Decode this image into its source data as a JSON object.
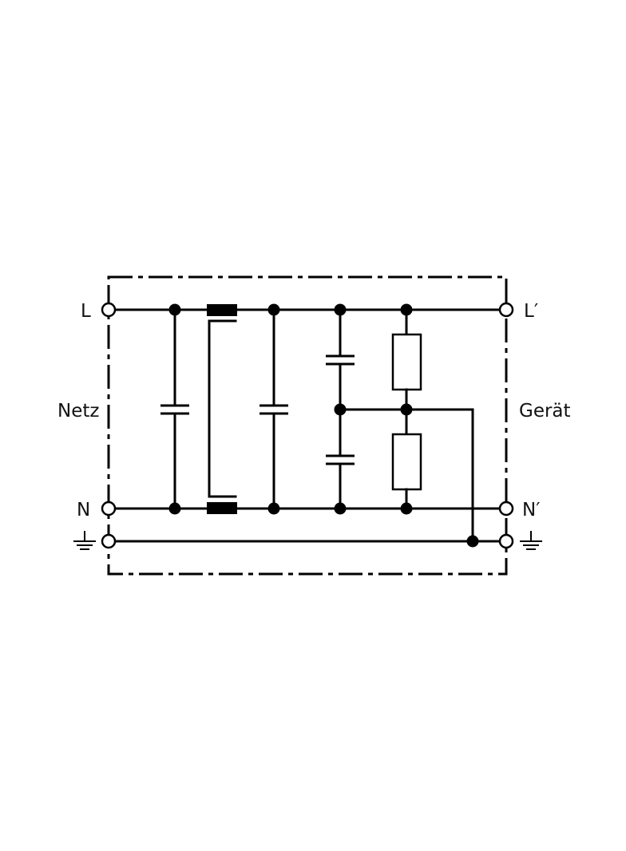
{
  "labels": {
    "line_in": "L",
    "line_out": "L′",
    "neutral_in": "N",
    "neutral_out": "N′",
    "mains": "Netz",
    "device": "Gerät"
  },
  "icons": {
    "ground_left": "ground-icon",
    "ground_right": "ground-icon"
  }
}
